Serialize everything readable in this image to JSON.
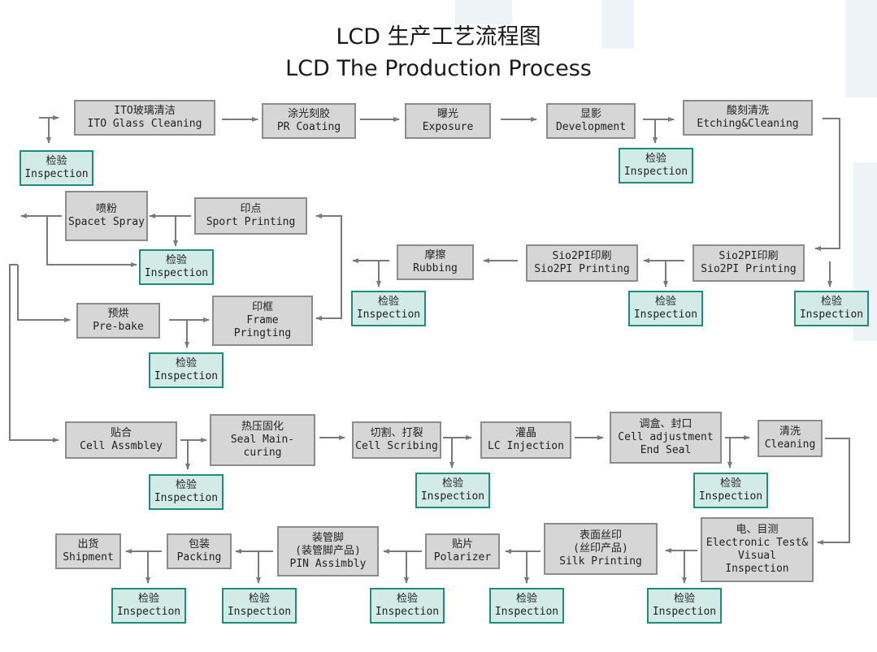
{
  "title": {
    "cn": "LCD 生产工艺流程图",
    "en": "LCD The Production Process"
  },
  "inspection": {
    "cn": "检验",
    "en": "Inspection"
  },
  "steps": {
    "ito": {
      "cn": "ITO玻璃清洁",
      "en": "ITO Glass Cleaning"
    },
    "pr": {
      "cn": "涂光刻胶",
      "en": "PR Coating"
    },
    "exposure": {
      "cn": "曝光",
      "en": "Exposure"
    },
    "development": {
      "cn": "显影",
      "en": "Development"
    },
    "etching": {
      "cn": "酸刻清洗",
      "en": "Etching&Cleaning"
    },
    "sio2_a": {
      "cn": "Sio2PI印刷",
      "en": "Sio2PI Printing"
    },
    "sio2_b": {
      "cn": "Sio2PI印刷",
      "en": "Sio2PI Printing"
    },
    "rubbing": {
      "cn": "摩擦",
      "en": "Rubbing"
    },
    "sport": {
      "cn": "印点",
      "en": "Sport Printing"
    },
    "spacer": {
      "cn": "喷粉",
      "en": "Spacet Spray"
    },
    "prebake": {
      "cn": "预烘",
      "en": "Pre-bake"
    },
    "frame": {
      "cn": "印框",
      "en": "Frame\nPringting"
    },
    "cell_assembly": {
      "cn": "贴合",
      "en": "Cell Assmbley"
    },
    "seal": {
      "cn": "热压固化",
      "en": "Seal Main-\ncuring"
    },
    "scribing": {
      "cn": "切割、打裂",
      "en": "Cell Scribing"
    },
    "lc": {
      "cn": "灌晶",
      "en": "LC Injection"
    },
    "cell_adjust": {
      "cn": "调盒、封口",
      "en": "Cell adjustment\nEnd Seal"
    },
    "cleaning": {
      "cn": "清洗",
      "en": "Cleaning"
    },
    "electronic": {
      "cn": "电、目测",
      "en": "Electronic Test&\nVisual\nInspection"
    },
    "silk": {
      "cn": "表面丝印\n(丝印产品)",
      "en": "Silk Printing"
    },
    "polarizer": {
      "cn": "贴片",
      "en": "Polarizer"
    },
    "pin": {
      "cn": "装管脚\n(装管脚产品)",
      "en": "PIN Assimbly"
    },
    "packing": {
      "cn": "包装",
      "en": "Packing"
    },
    "shipment": {
      "cn": "出货",
      "en": "Shipment"
    }
  }
}
